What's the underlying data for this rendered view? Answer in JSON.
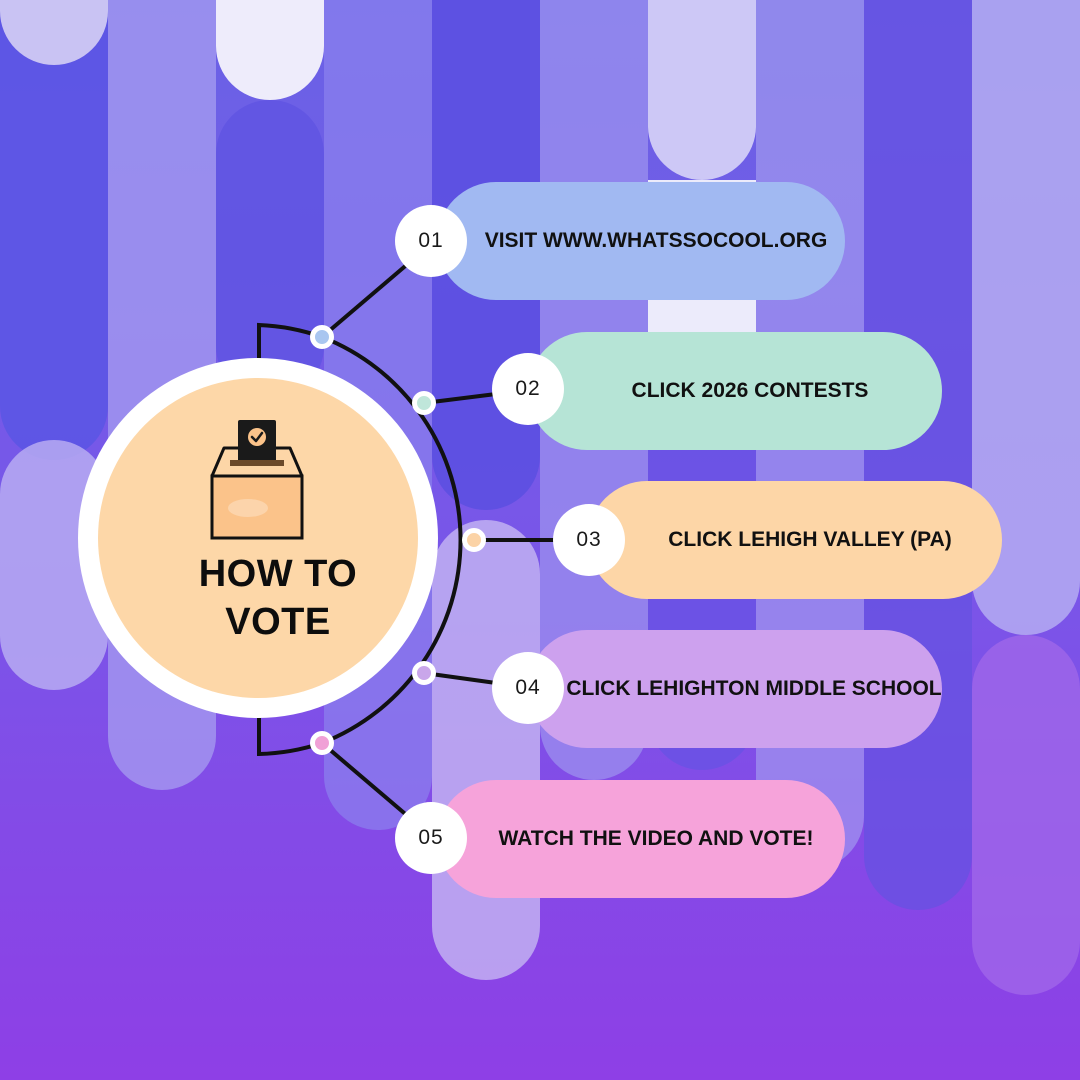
{
  "hub": {
    "title_line1": "HOW TO",
    "title_line2": "VOTE",
    "icon": "ballot-box-icon",
    "fill_color": "#fdd7a8"
  },
  "steps": [
    {
      "number": "01",
      "label": "VISIT WWW.WHATSSOCOOL.ORG",
      "color": "#a1b9f2",
      "dot_color": "#a9c6f0"
    },
    {
      "number": "02",
      "label": "CLICK 2026 CONTESTS",
      "color": "#b6e4d6",
      "dot_color": "#bfe6da"
    },
    {
      "number": "03",
      "label": "CLICK LEHIGH VALLEY (PA)",
      "color": "#fdd6a7",
      "dot_color": "#fbd3a6"
    },
    {
      "number": "04",
      "label": "CLICK LEHIGHTON MIDDLE SCHOOL",
      "color": "#cda1ee",
      "dot_color": "#c9a6ea"
    },
    {
      "number": "05",
      "label": "WATCH THE VIDEO AND VOTE!",
      "color": "#f6a3da",
      "dot_color": "#f0a0d6"
    }
  ],
  "colors": {
    "background_top": "#6a62e6",
    "background_bottom": "#8e3fe6",
    "connector": "#111111"
  }
}
